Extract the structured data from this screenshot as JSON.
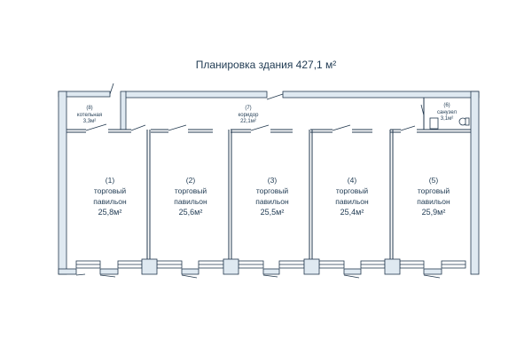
{
  "title": "Планировка здания 427,1 м²",
  "colors": {
    "wall": "#dfe9f1",
    "wall_edge": "#23394f",
    "text": "#1f3a52"
  },
  "rooms": [
    {
      "id": "boiler",
      "number": "(8)",
      "name": "котельная",
      "area": "3,3м²"
    },
    {
      "id": "corridor",
      "number": "(7)",
      "name": "коридор",
      "area": "22,1м²"
    },
    {
      "id": "bathroom",
      "number": "(6)",
      "name": "санузел",
      "area": "3,1м²"
    }
  ],
  "pavilions": [
    {
      "number": "(1)",
      "line1": "торговый",
      "line2": "павильон",
      "area": "25,8м²"
    },
    {
      "number": "(2)",
      "line1": "торговый",
      "line2": "павильон",
      "area": "25,6м²"
    },
    {
      "number": "(3)",
      "line1": "торговый",
      "line2": "павильон",
      "area": "25,5м²"
    },
    {
      "number": "(4)",
      "line1": "торговый",
      "line2": "павильон",
      "area": "25,4м²"
    },
    {
      "number": "(5)",
      "line1": "торговый",
      "line2": "павильон",
      "area": "25,9м²"
    }
  ]
}
